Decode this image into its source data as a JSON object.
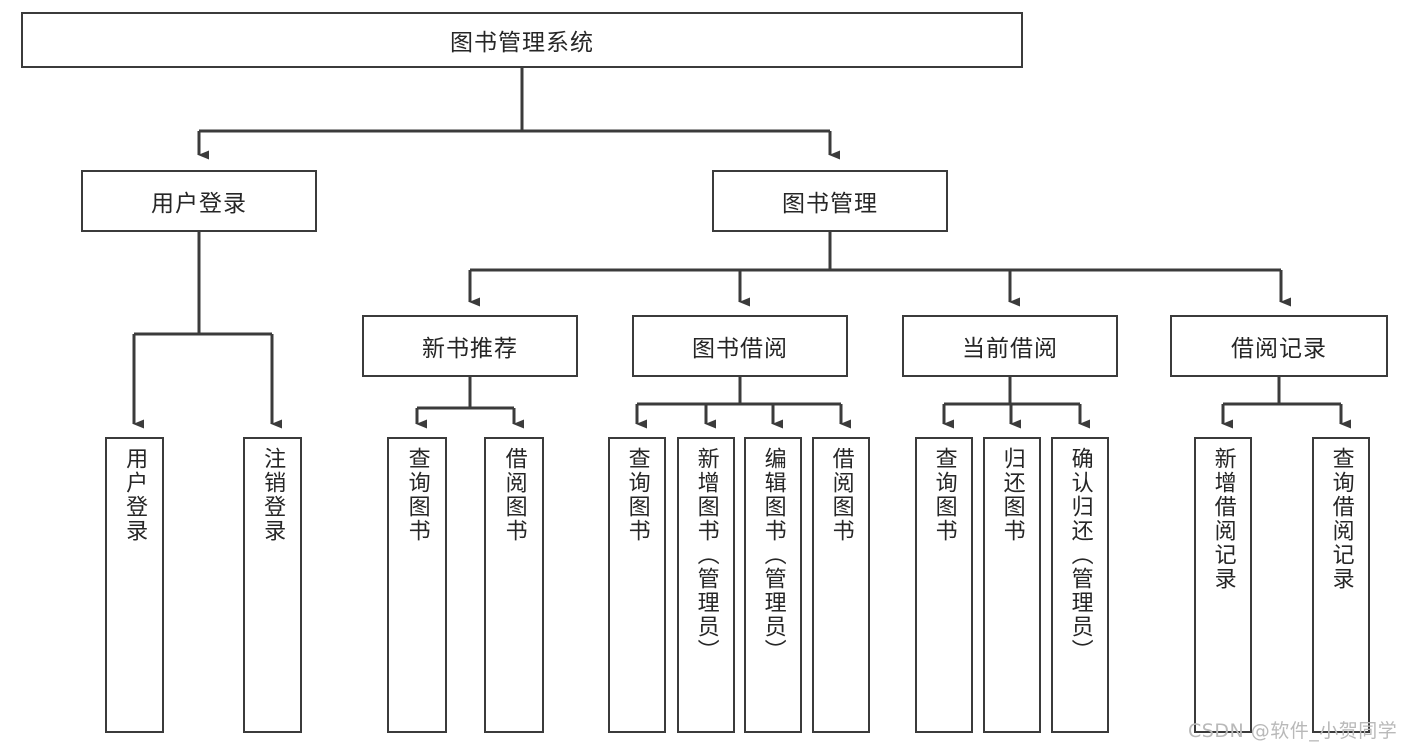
{
  "diagram": {
    "title": "图书管理系统",
    "type": "hierarchy-tree",
    "watermark": "CSDN @软件_小贺同学",
    "colors": {
      "stroke": "#3b3b3b",
      "fill": "#ffffff",
      "text": "#262626",
      "watermark": "#b9b9b9"
    },
    "levels": {
      "root": {
        "label": "图书管理系统"
      },
      "level2": [
        {
          "label": "用户登录"
        },
        {
          "label": "图书管理"
        }
      ],
      "level3": [
        {
          "label": "新书推荐"
        },
        {
          "label": "图书借阅"
        },
        {
          "label": "当前借阅"
        },
        {
          "label": "借阅记录"
        }
      ],
      "leaves": {
        "user_login": [
          {
            "label": "用户登录"
          },
          {
            "label": "注销登录"
          }
        ],
        "new_book_recommend": [
          {
            "label": "查询图书"
          },
          {
            "label": "借阅图书"
          }
        ],
        "book_borrow": [
          {
            "label": "查询图书"
          },
          {
            "label": "新增图书（管理员）"
          },
          {
            "label": "编辑图书（管理员）"
          },
          {
            "label": "借阅图书"
          }
        ],
        "current_borrow": [
          {
            "label": "查询图书"
          },
          {
            "label": "归还图书"
          },
          {
            "label": "确认归还（管理员）"
          }
        ],
        "borrow_records": [
          {
            "label": "新增借阅记录"
          },
          {
            "label": "查询借阅记录"
          }
        ]
      }
    }
  }
}
